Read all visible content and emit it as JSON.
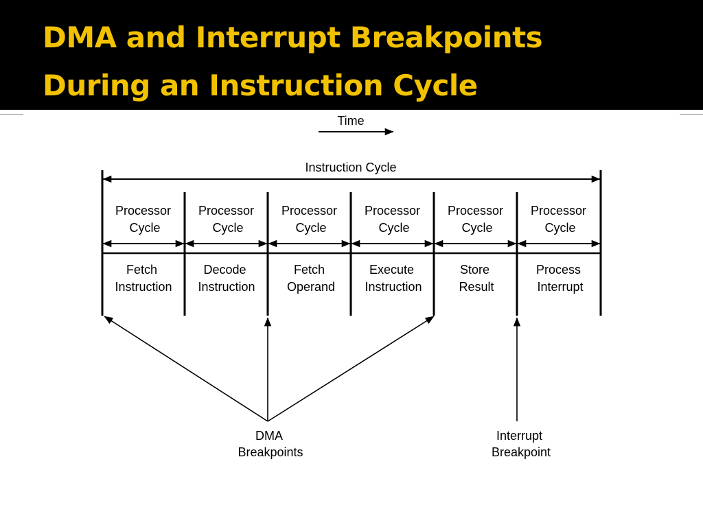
{
  "slide": {
    "title_line1": "DMA and Interrupt Breakpoints",
    "title_line2": "During an Instruction Cycle",
    "title_color": "#f2c200",
    "header_bg": "#000000"
  },
  "diagram": {
    "time_label": "Time",
    "instruction_cycle_label": "Instruction Cycle",
    "stages": [
      {
        "cycle_line1": "Processor",
        "cycle_line2": "Cycle",
        "stage_line1": "Fetch",
        "stage_line2": "Instruction"
      },
      {
        "cycle_line1": "Processor",
        "cycle_line2": "Cycle",
        "stage_line1": "Decode",
        "stage_line2": "Instruction"
      },
      {
        "cycle_line1": "Processor",
        "cycle_line2": "Cycle",
        "stage_line1": "Fetch",
        "stage_line2": "Operand"
      },
      {
        "cycle_line1": "Processor",
        "cycle_line2": "Cycle",
        "stage_line1": "Execute",
        "stage_line2": "Instruction"
      },
      {
        "cycle_line1": "Processor",
        "cycle_line2": "Cycle",
        "stage_line1": "Store",
        "stage_line2": "Result"
      },
      {
        "cycle_line1": "Processor",
        "cycle_line2": "Cycle",
        "stage_line1": "Process",
        "stage_line2": "Interrupt"
      }
    ],
    "dma_label_line1": "DMA",
    "dma_label_line2": "Breakpoints",
    "interrupt_label_line1": "Interrupt",
    "interrupt_label_line2": "Breakpoint"
  }
}
